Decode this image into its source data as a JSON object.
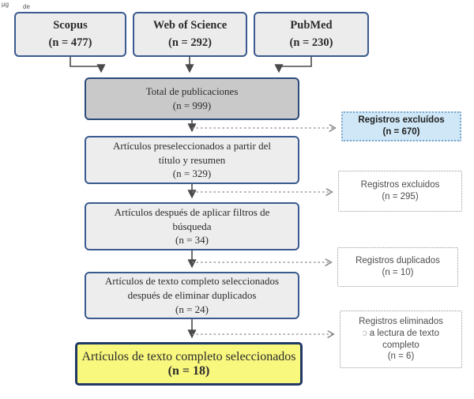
{
  "page": {
    "stray_text_1": "µg",
    "stray_text_2": "de"
  },
  "sources": [
    {
      "name": "Scopus",
      "count": "(n = 477)"
    },
    {
      "name": "Web of Science",
      "count": "(n = 292)"
    },
    {
      "name": "PubMed",
      "count": "(n = 230)"
    }
  ],
  "flow": {
    "total": {
      "line1": "Total de publicaciones",
      "count": "(n = 999)"
    },
    "preselected": {
      "line1": "Artículos preseleccionados a partir del",
      "line2": "título y resumen",
      "count": "(n = 329)"
    },
    "filtered": {
      "line1": "Artículos después de aplicar filtros de",
      "line2": "búsqueda",
      "count": "(n = 34)"
    },
    "deduplicated": {
      "line1": "Artículos de texto completo seleccionados",
      "line2": "después de eliminar duplicados",
      "count": "(n = 24)"
    },
    "final": {
      "line1": "Artículos de texto completo seleccionados",
      "count": "(n = 18)"
    }
  },
  "exclusions": {
    "records_excluded_1": {
      "line1": "Registros excluídos",
      "count": "(n = 670)"
    },
    "records_excluded_2": {
      "line1": "Registros excluidos",
      "count": "(n = 295)"
    },
    "records_duplicated": {
      "line1": "Registros duplicados",
      "count": "(n = 10)"
    },
    "records_eliminated": {
      "line1": "Registros eliminados",
      "line2_prefix": "c",
      "line2": "a lectura de texto",
      "line3": "completo",
      "count": "(n = 6)"
    }
  },
  "colors": {
    "box_border_blue": "#3b5a8f",
    "box_border_dark": "#1f3864",
    "box_fill_gray": "#ececec",
    "box_fill_dark_gray": "#c9c9c9",
    "box_fill_yellow": "#f8f77e",
    "box_fill_light_blue": "#cfe7f7",
    "arrow_solid": "#4a4a4a",
    "arrow_dashed": "#8a8a8a"
  }
}
